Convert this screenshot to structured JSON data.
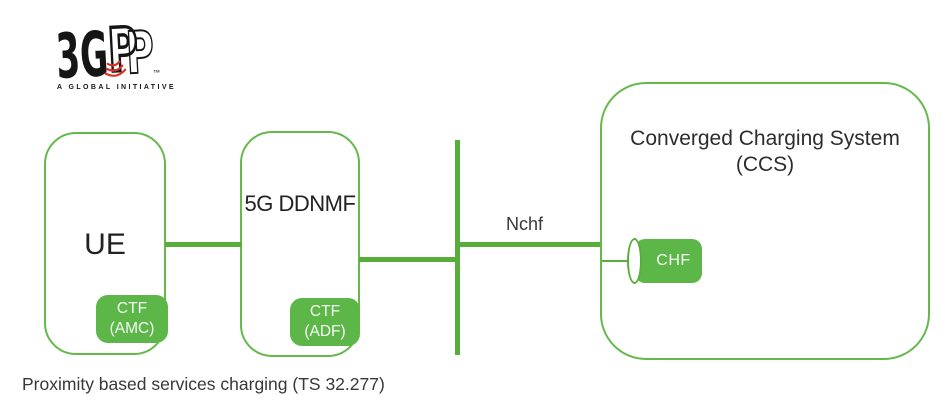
{
  "logo": {
    "brand_bold": "3G",
    "outline_letter": "P",
    "trademark": "™",
    "tagline": "A GLOBAL INITIATIVE"
  },
  "colors": {
    "green_line": "#57AE3B",
    "green_border": "#64B94A",
    "green_badge": "#5CB648",
    "text_dark": "#383838",
    "logo_red": "#D8352A"
  },
  "nodes": {
    "ue": {
      "label": "UE",
      "badge_line1": "CTF",
      "badge_line2": "(AMC)"
    },
    "ddnmf": {
      "label": "5G DDNMF",
      "badge_line1": "CTF",
      "badge_line2": "(ADF)"
    },
    "ccs": {
      "title_line1": "Converged Charging System",
      "title_line2": "(CCS)",
      "chf_label": "CHF"
    }
  },
  "links": {
    "nchf_label": "Nchf"
  },
  "caption": "Proximity based services charging (TS 32.277)"
}
